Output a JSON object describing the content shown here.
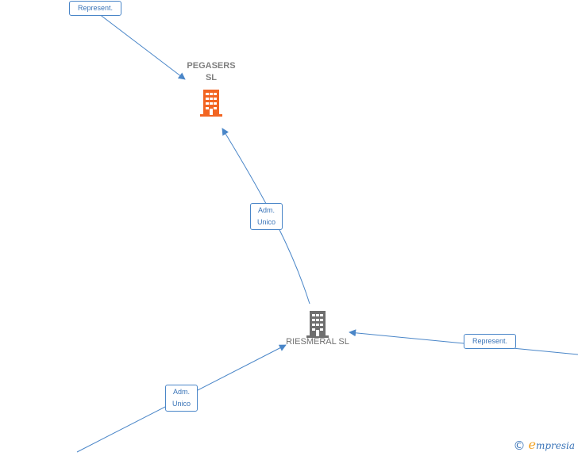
{
  "nodes": {
    "pegasers": {
      "label_line1": "PEGASERS",
      "label_line2": "SL",
      "icon": "building-icon",
      "color": "#f26522"
    },
    "riesmeral": {
      "label": "RIESMERAL SL",
      "icon": "building-icon",
      "color": "#6f6f6f"
    }
  },
  "edges": {
    "top_represent": {
      "label": "Represent."
    },
    "adm_unico_pegasers": {
      "line1": "Adm.",
      "line2": "Unico"
    },
    "adm_unico_bottom": {
      "line1": "Adm.",
      "line2": "Unico"
    },
    "right_represent": {
      "label": "Represent."
    }
  },
  "colors": {
    "edge": "#4a86c8",
    "label_text": "#3a74b8"
  },
  "brand": {
    "copyright": "©",
    "first_letter": "e",
    "rest": "mpresia"
  }
}
